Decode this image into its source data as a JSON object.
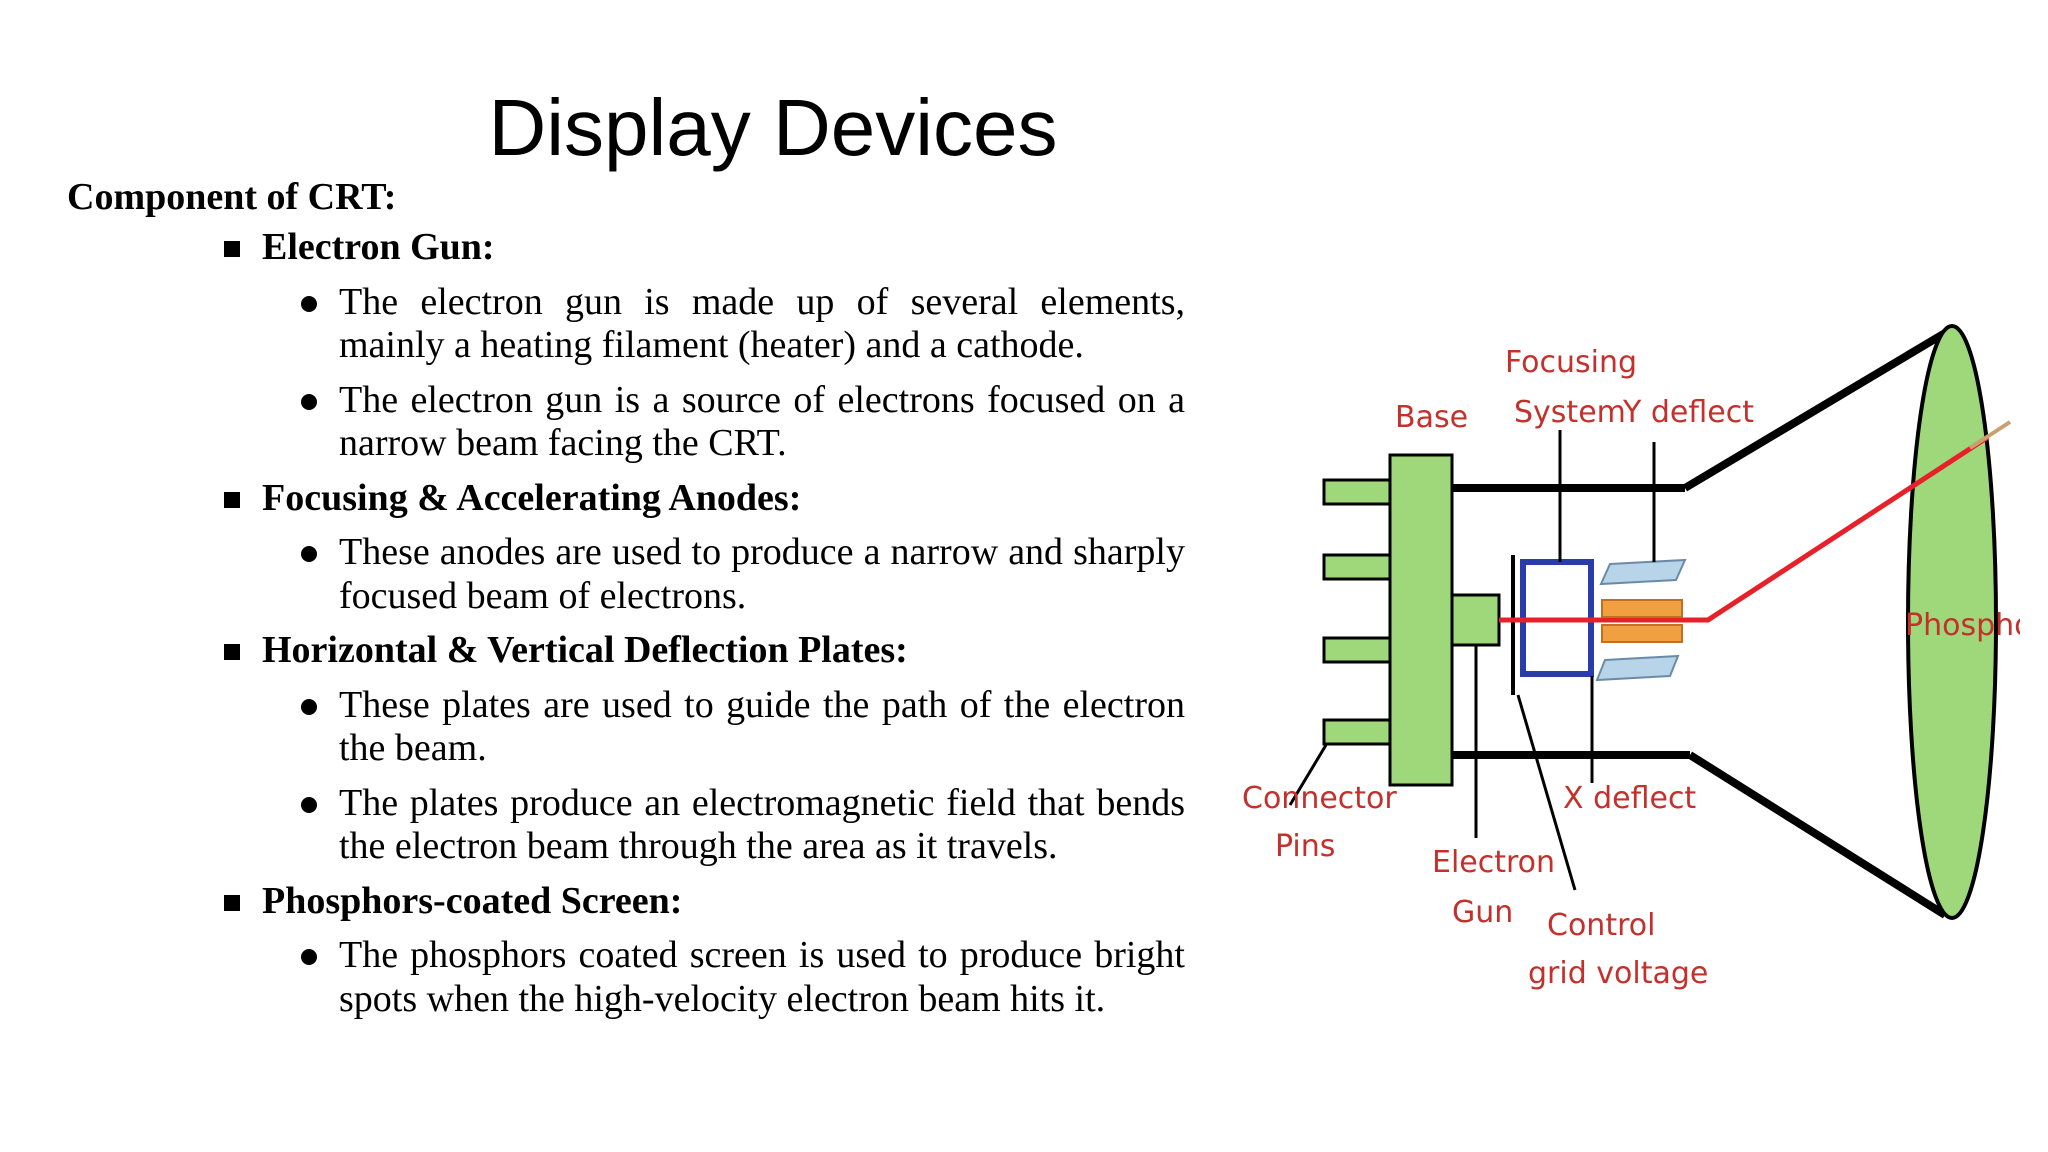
{
  "slide": {
    "title": "Display Devices",
    "lead": "Component of CRT:",
    "sections": [
      {
        "heading": "Electron Gun:",
        "bullets": [
          "The electron gun is made up of several elements, mainly a heating filament (heater) and a cathode.",
          "The electron gun is a source of electrons focused on a narrow beam facing the CRT."
        ]
      },
      {
        "heading": "Focusing & Accelerating Anodes:",
        "bullets": [
          "These anodes are used to produce a narrow and sharply focused beam of electrons."
        ]
      },
      {
        "heading": "Horizontal & Vertical Deflection Plates:",
        "bullets": [
          "These plates are used to guide the path of the electron the beam.",
          "The plates produce an electromagnetic field that bends the electron beam through the area as it travels."
        ]
      },
      {
        "heading": "Phosphors-coated Screen:",
        "bullets": [
          "The phosphors coated screen is used to produce bright spots when the high-velocity electron beam hits it."
        ]
      }
    ]
  },
  "diagram": {
    "labels": {
      "focusing_1": "Focusing",
      "focusing_2": "System",
      "base": "Base",
      "y_deflect": "Y deflect",
      "phosphor": "Phosphor",
      "connector_1": "Connector",
      "connector_2": "Pins",
      "x_deflect": "X deflect",
      "electron_1": "Electron",
      "electron_2": "Gun",
      "control_1": "Control",
      "control_2": "grid voltage"
    },
    "colors": {
      "label": "#c4302b",
      "green": "#9fd87a",
      "beam": "#e8202a",
      "focus_box": "#2a3caa",
      "plate_orange": "#f0a040",
      "plate_blue": "#b8d4e8"
    }
  }
}
